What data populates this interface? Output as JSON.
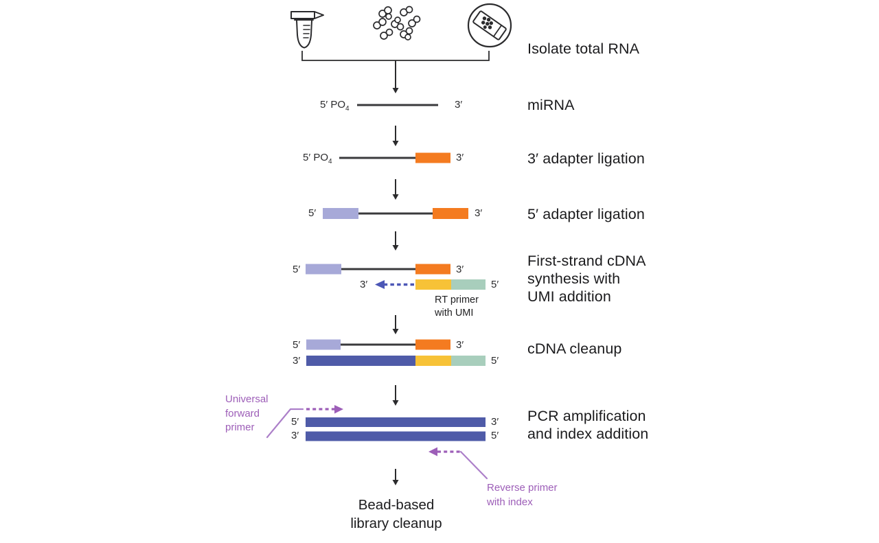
{
  "workflow": {
    "steps": [
      {
        "label": "Isolate total RNA"
      },
      {
        "label": "miRNA"
      },
      {
        "label": "3′ adapter ligation"
      },
      {
        "label": "5′ adapter ligation"
      },
      {
        "label": "First-strand cDNA\nsynthesis with\nUMI addition"
      },
      {
        "label": "cDNA cleanup"
      },
      {
        "label": "PCR amplification\nand index addition"
      },
      {
        "label": "Bead-based\nlibrary cleanup"
      }
    ],
    "ends": {
      "five_prime": "5′",
      "three_prime": "3′",
      "five_prime_po": "5′ PO",
      "po_subscript": "4"
    },
    "annotations": {
      "rt_primer": "RT primer\nwith UMI",
      "universal_forward_primer": "Universal\nforward\nprimer",
      "reverse_primer": "Reverse primer\nwith index"
    },
    "icons": [
      {
        "name": "microcentrifuge-tube-icon"
      },
      {
        "name": "cell-cluster-icon"
      },
      {
        "name": "tissue-slide-icon"
      }
    ],
    "colors": {
      "adapter3_orange": "#F47B20",
      "adapter5_lavender": "#A7A9D8",
      "umi_yellow": "#F7C237",
      "umi_green": "#A8CEBC",
      "cdna_navy": "#4F5BA8",
      "rt_arrow_blue": "#4C57B6",
      "annotation_purple": "#9D5EB8",
      "leader_purple": "#AC7FC9",
      "strand_dark": "#3A3A3C",
      "ink": "#2B2B2D"
    }
  }
}
